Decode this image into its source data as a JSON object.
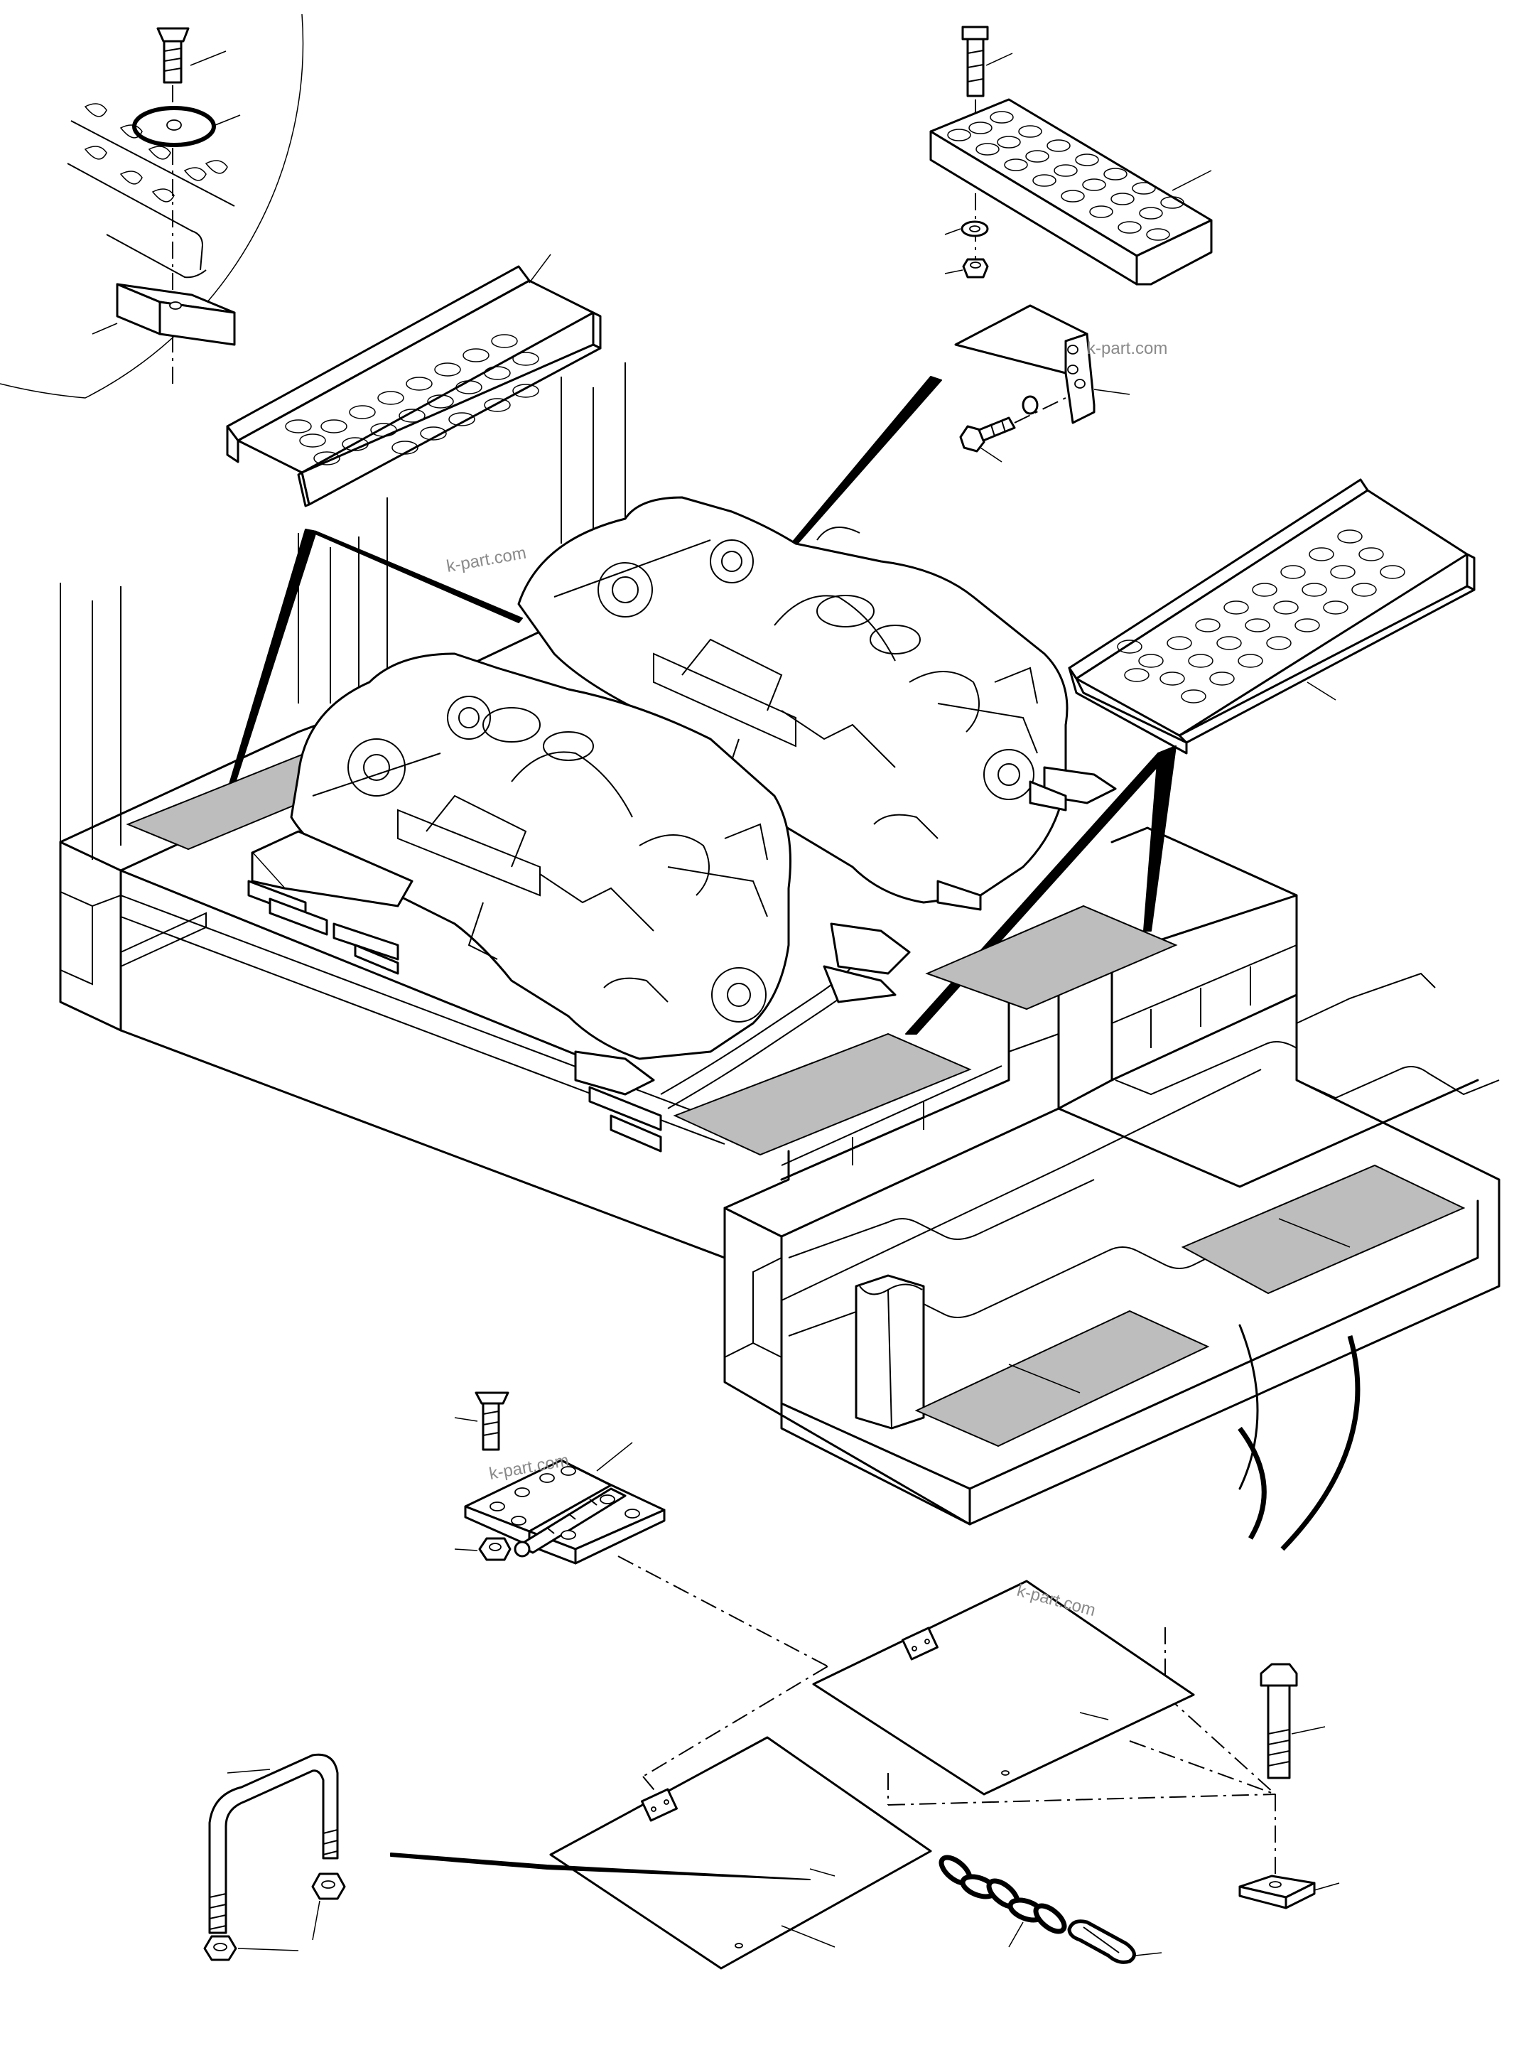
{
  "watermark": {
    "text": "k-part.com"
  },
  "colors": {
    "line": "#000000",
    "shaded_panel": "#bdbdbd",
    "watermark": "#8a8a8a",
    "background": "#ffffff"
  },
  "parts": [
    "detail-circle-bolt-grating",
    "step-grating-upper-left",
    "step-grating-upper-right",
    "step-grating-right",
    "mounting-bracket",
    "engine-assembly-rear",
    "engine-assembly-front",
    "skid-frame",
    "hinge",
    "cover-plate-right",
    "cover-plate-left",
    "u-bolt",
    "chain",
    "snap-hook",
    "hex-bolt-with-block"
  ]
}
